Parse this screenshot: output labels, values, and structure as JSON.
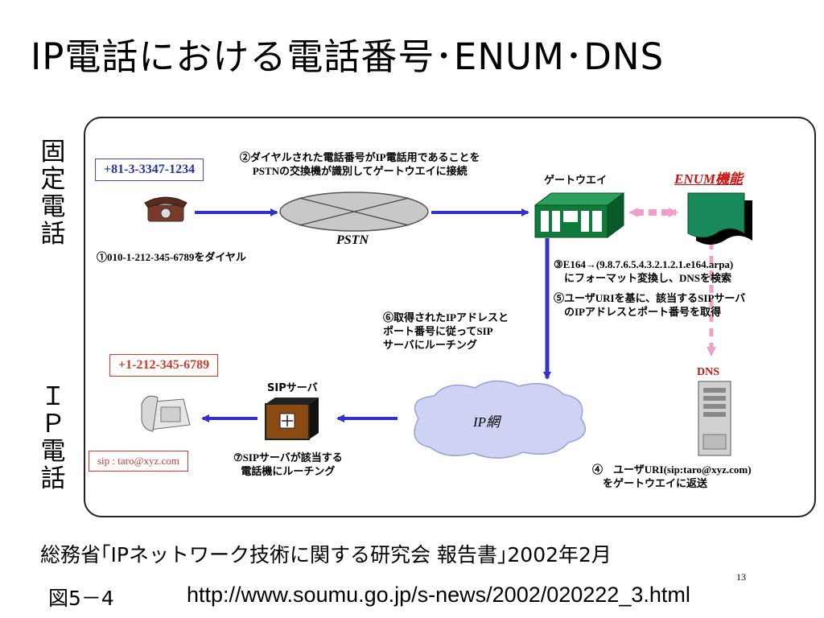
{
  "slide": {
    "title": "IP電話における電話番号･ENUM･DNS",
    "side_label_fixed": "固\n定\n電\n話",
    "side_label_ip": "Ｉ\nＰ\n電\n話",
    "page_number": "13"
  },
  "diagram": {
    "fixed_number": "+81-3-3347-1234",
    "ip_number": "+1-212-345-6789",
    "sip_uri": "sip : taro@xyz.com",
    "pstn_label": "PSTN",
    "gateway_label": "ゲートウエイ",
    "enum_label": "ENUM機能",
    "dns_label": "DNS",
    "ip_net_label": "IP網",
    "sip_server_label": "SIPサーバ",
    "step1": "①010-1-212-345-6789をダイヤル",
    "step2": "②ダイヤルされた電話番号がIP電話用であることを\nPSTNの交換機が識別してゲートウエイに接続",
    "step3": "③E164→(9.8.7.6.5.4.3.2.1.2.1.e164.arpa)\n　にフォーマット変換し、DNSを検索",
    "step4": "④　ユーザURI(sip:taro@xyz.com)\n　をゲートウエイに返送",
    "step5": "⑤ユーザURIを基に、該当するSIPサーバ\n　のIPアドレスとポート番号を取得",
    "step6": "⑥取得されたIPアドレスと\nポート番号に従ってSIP\nサーバにルーチング",
    "step7": "⑦SIPサーバが該当する\n電話機にルーチング"
  },
  "footer": {
    "source": "総務省｢IPネットワーク技術に関する研究会 報告書｣2002年2月",
    "figure_label": "図5－4",
    "url": "http://www.soumu.go.jp/s-news/2002/020222_3.html"
  },
  "colors": {
    "arrow_blue": "#3333cc",
    "arrow_pink": "#f0a0c8",
    "gateway_green": "#0f7a3a",
    "enum_green": "#1a8a5a",
    "enum_red": "#cc1111",
    "cloud_fill": "#cfd3f3",
    "pstn_fill": "#c8c8c8",
    "server_brown": "#8a4a12"
  }
}
